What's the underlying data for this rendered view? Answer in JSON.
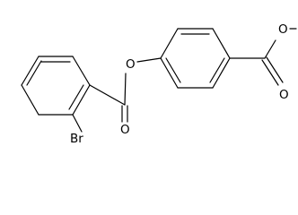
{
  "molecule": {
    "atom_labels": {
      "ester_carbonyl_oxygen": "O",
      "ester_link_oxygen": "O",
      "methyl_ester_carbonyl_oxygen": "O",
      "methyl_ester_link_oxygen": "O",
      "bromine": "Br"
    },
    "methyl_group_shown_as_line": true
  }
}
